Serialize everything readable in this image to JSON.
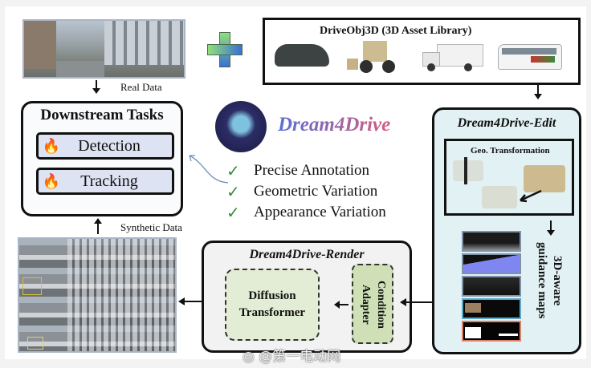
{
  "real_data": {
    "label": "Real Data"
  },
  "synthetic_data": {
    "label": "Synthetic Data"
  },
  "plus": {
    "icon": "plus-icon"
  },
  "asset_library": {
    "title": "DriveObj3D (3D Asset Library)",
    "assets": [
      "car",
      "wheel-loader",
      "box-truck",
      "bus"
    ]
  },
  "downstream": {
    "title": "Downstream Tasks",
    "tasks": [
      {
        "label": "Detection",
        "icon": "flame-icon"
      },
      {
        "label": "Tracking",
        "icon": "flame-icon"
      }
    ]
  },
  "brand": {
    "name": "Dream4Drive",
    "features": [
      "Precise Annotation",
      "Geometric Variation",
      "Appearance Variation"
    ]
  },
  "edit": {
    "title": "Dream4Drive-Edit",
    "geo_title": "Geo. Transformation",
    "guidance_label": "3D-aware guidance maps"
  },
  "render": {
    "title": "Dream4Drive-Render",
    "diffusion": "Diffusion Transformer",
    "adapter": "Condition Adapter"
  },
  "watermark": {
    "text": "@第一电动网"
  },
  "colors": {
    "edit_bg": "#e2f1f4",
    "render_bg": "#f2f2f2",
    "module_green": "#e3ecd4",
    "adapter_green": "#cfe0b6",
    "task_bg": "#dde3f2",
    "brand_gradient_start": "#5a6fd6",
    "brand_gradient_end": "#d45c7c",
    "check_green": "#3c8a3a"
  }
}
